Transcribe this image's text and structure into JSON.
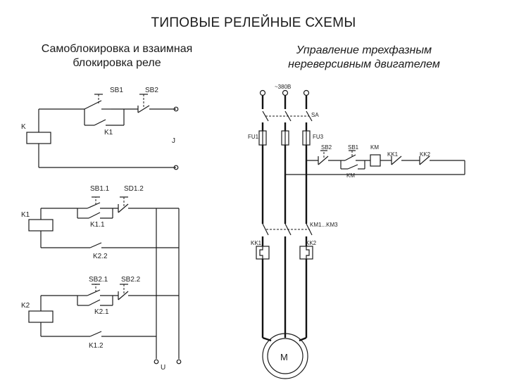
{
  "page": {
    "title": "ТИПОВЫЕ РЕЛЕЙНЫЕ СХЕМЫ",
    "left_subtitle_line1": "Самоблокировка и взаимная",
    "left_subtitle_line2": "блокировка реле",
    "right_subtitle_line1": "Управление трехфазным",
    "right_subtitle_line2": "нереверсивным двигателем"
  },
  "left": {
    "sb1": "SB1",
    "sb2": "SB2",
    "k": "K",
    "k1": "K1",
    "j": "J",
    "sb1_1": "SB1.1",
    "sb1_2": "SD1.2",
    "k1_coil": "K1",
    "k1_1": "K1.1",
    "k2_2": "K2.2",
    "sb2_1": "SB2.1",
    "sb2_2": "SB2.2",
    "k2_coil": "K2",
    "k2_1": "K2.1",
    "k1_2": "K1.2",
    "u": "U"
  },
  "right": {
    "voltage": "~380В",
    "sa": "SA",
    "fu1": "FU1",
    "fu3": "FU3",
    "sb2": "SB2",
    "sb1": "SB1",
    "km": "KM",
    "kk1": "KK1",
    "kk2": "KK2",
    "km_hold": "KM",
    "km_main": "KM1...KM3",
    "kk1_heater": "KK1",
    "kk2_heater": "KK2",
    "motor": "M"
  }
}
